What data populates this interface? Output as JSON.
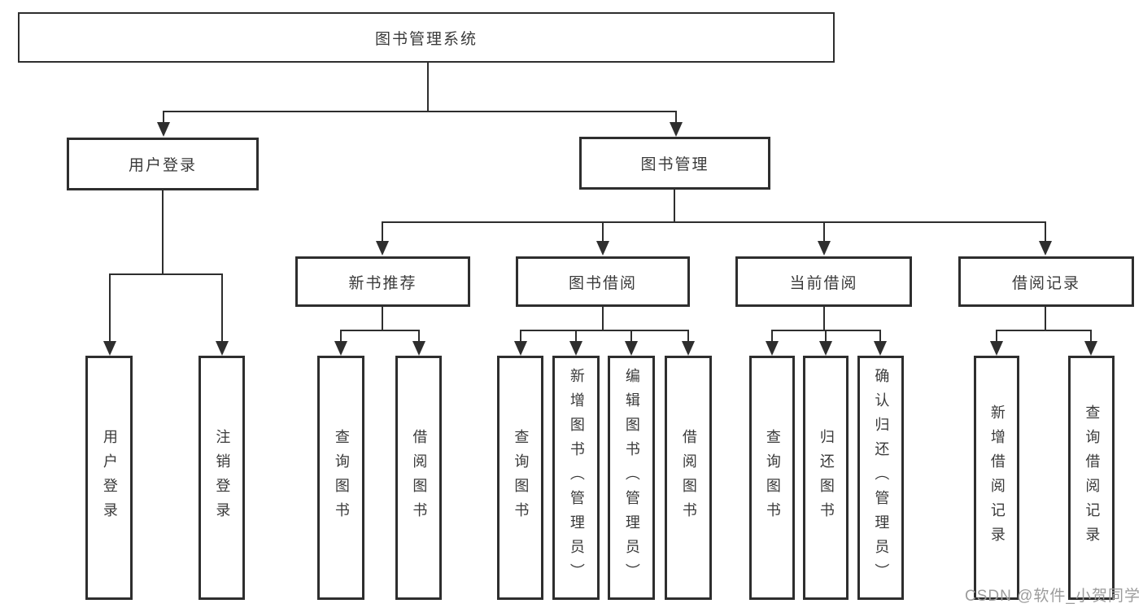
{
  "colors": {
    "line": "#2e2e2e",
    "text": "#3a3a3a",
    "background": "#ffffff",
    "watermark": "#9c9c9c"
  },
  "diagram": {
    "root": {
      "label": "图书管理系统"
    },
    "level2": [
      {
        "label": "用户登录",
        "children": [
          {
            "label": "用户登录"
          },
          {
            "label": "注销登录"
          }
        ]
      },
      {
        "label": "图书管理",
        "children": [
          {
            "label": "新书推荐",
            "children": [
              {
                "label": "查询图书"
              },
              {
                "label": "借阅图书"
              }
            ]
          },
          {
            "label": "图书借阅",
            "children": [
              {
                "label": "查询图书"
              },
              {
                "label": "新增图书（管理员）"
              },
              {
                "label": "编辑图书（管理员）"
              },
              {
                "label": "借阅图书"
              }
            ]
          },
          {
            "label": "当前借阅",
            "children": [
              {
                "label": "查询图书"
              },
              {
                "label": "归还图书"
              },
              {
                "label": "确认归还（管理员）"
              }
            ]
          },
          {
            "label": "借阅记录",
            "children": [
              {
                "label": "新增借阅记录"
              },
              {
                "label": "查询借阅记录"
              }
            ]
          }
        ]
      }
    ]
  },
  "watermark": {
    "text": "CSDN @软件_小贺同学"
  }
}
